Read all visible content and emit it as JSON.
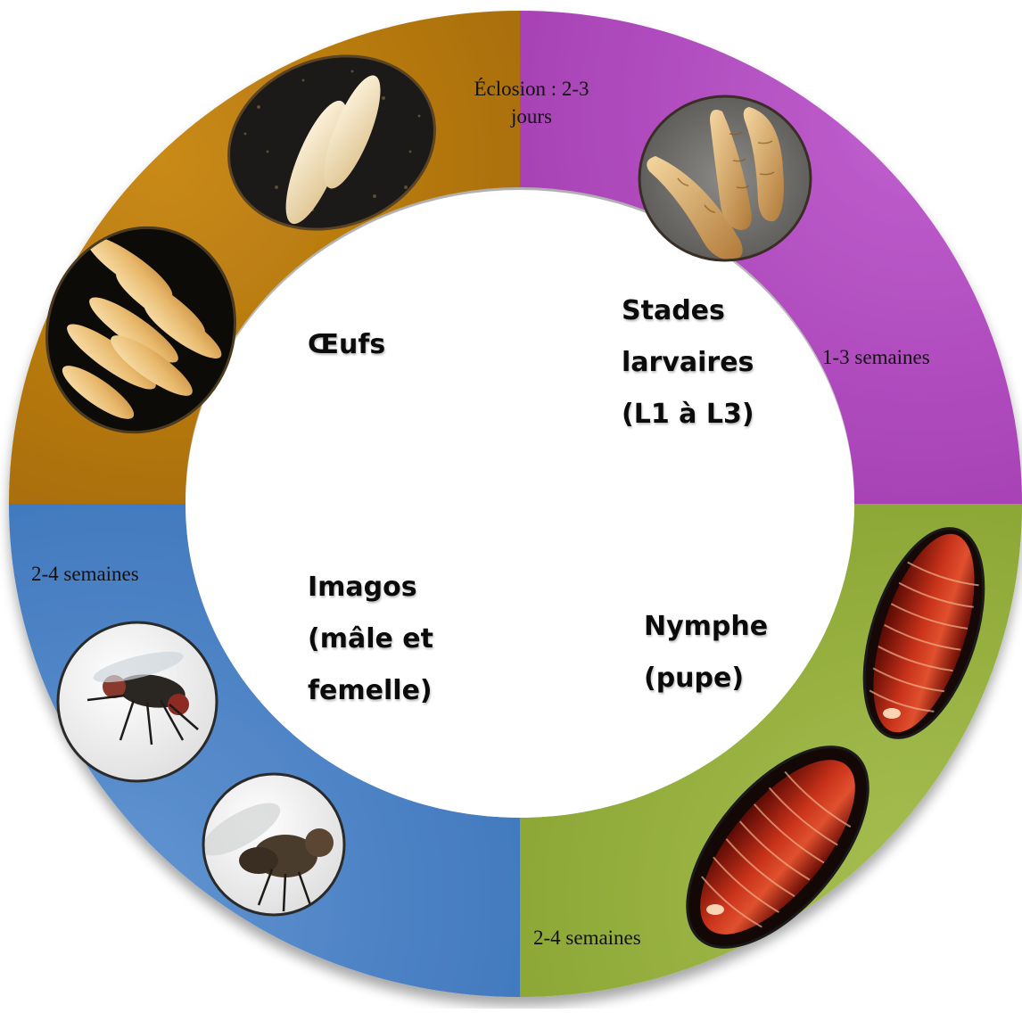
{
  "segments": [
    {
      "id": "eggs",
      "color": "#b87a0d"
    },
    {
      "id": "larvae",
      "color": "#b649c4"
    },
    {
      "id": "pupa",
      "color": "#98b13f"
    },
    {
      "id": "adults",
      "color": "#4f86c8"
    }
  ],
  "labels": {
    "eggs": [
      "Œufs"
    ],
    "larvae": [
      "Stades",
      "larvaires",
      "(L1 à L3)"
    ],
    "pupa": [
      "Nymphe",
      "(pupe)"
    ],
    "adults": [
      "Imagos",
      "(mâle et",
      "femelle)"
    ]
  },
  "durations": {
    "hatching": [
      "Éclosion : 2-3",
      "jours"
    ],
    "larvae": "1-3 semaines",
    "pupa": "2-4 semaines",
    "adults": "2-4 semaines"
  },
  "photos": [
    {
      "name": "eggs-pair-photo",
      "subject": "two eggs"
    },
    {
      "name": "eggs-group-photo",
      "subject": "egg cluster"
    },
    {
      "name": "larvae-photo",
      "subject": "larvae"
    },
    {
      "name": "pupa-photo-upper",
      "subject": "pupa"
    },
    {
      "name": "pupa-photo-lower",
      "subject": "pupa"
    },
    {
      "name": "fly-photo-side",
      "subject": "adult fly"
    },
    {
      "name": "fly-photo-top",
      "subject": "adult fly"
    }
  ]
}
